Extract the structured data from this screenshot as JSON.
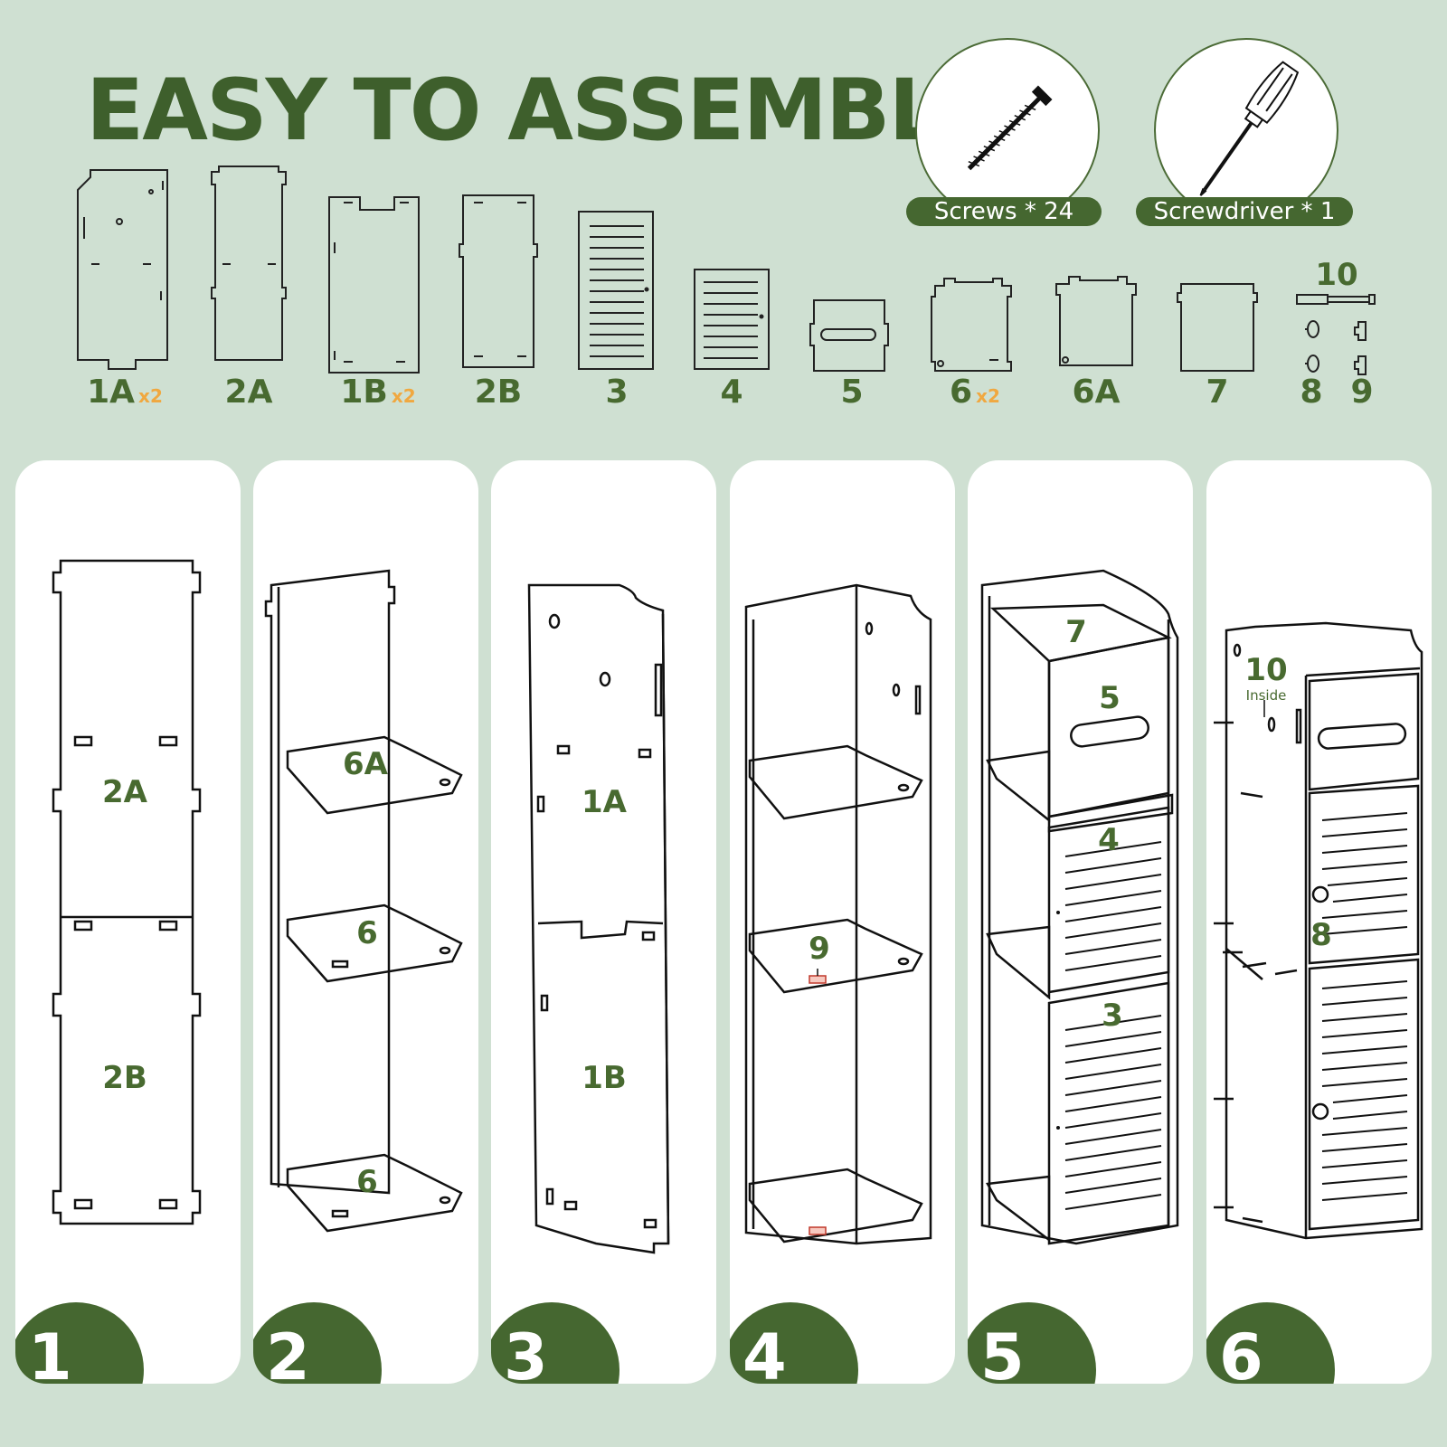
{
  "title": "EASY TO ASSEMBLE",
  "tools": [
    {
      "icon": "screw-icon",
      "label": "Screws * 24"
    },
    {
      "icon": "screwdriver-icon",
      "label": "Screwdriver * 1"
    }
  ],
  "parts": [
    {
      "id": "1A",
      "qty": "x2"
    },
    {
      "id": "2A",
      "qty": ""
    },
    {
      "id": "1B",
      "qty": "x2"
    },
    {
      "id": "2B",
      "qty": ""
    },
    {
      "id": "3",
      "qty": ""
    },
    {
      "id": "4",
      "qty": ""
    },
    {
      "id": "5",
      "qty": ""
    },
    {
      "id": "6",
      "qty": "x2"
    },
    {
      "id": "6A",
      "qty": ""
    },
    {
      "id": "7",
      "qty": ""
    },
    {
      "id": "8",
      "qty": ""
    },
    {
      "id": "9",
      "qty": ""
    },
    {
      "id": "10",
      "qty": ""
    }
  ],
  "steps": [
    {
      "number": "1",
      "labels": {
        "a": "2A",
        "b": "2B"
      }
    },
    {
      "number": "2",
      "labels": {
        "a": "6A",
        "b": "6",
        "c": "6"
      }
    },
    {
      "number": "3",
      "labels": {
        "a": "1A",
        "b": "1B"
      }
    },
    {
      "number": "4",
      "labels": {
        "a": "9"
      }
    },
    {
      "number": "5",
      "labels": {
        "a": "7",
        "b": "5",
        "c": "4",
        "d": "3"
      }
    },
    {
      "number": "6",
      "labels": {
        "a": "10",
        "b": "Inside",
        "c": "8"
      }
    }
  ]
}
